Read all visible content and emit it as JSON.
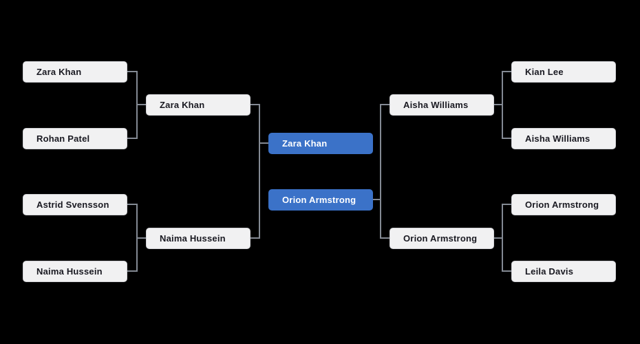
{
  "colors": {
    "background": "#000000",
    "node_bg": "#f1f1f2",
    "node_border": "#d2d3d7",
    "node_text": "#191921",
    "winner_bg": "#3b72c8",
    "winner_text": "#ffffff",
    "connector": "#848a94"
  },
  "bracket": {
    "left": {
      "quarterfinals": [
        "Zara Khan",
        "Rohan Patel",
        "Astrid Svensson",
        "Naima Hussein"
      ],
      "semifinals": [
        "Zara Khan",
        "Naima Hussein"
      ]
    },
    "final": {
      "top": "Zara Khan",
      "bottom": "Orion Armstrong"
    },
    "right": {
      "semifinals": [
        "Aisha Williams",
        "Orion Armstrong"
      ],
      "quarterfinals": [
        "Kian Lee",
        "Aisha Williams",
        "Orion Armstrong",
        "Leila Davis"
      ]
    }
  }
}
